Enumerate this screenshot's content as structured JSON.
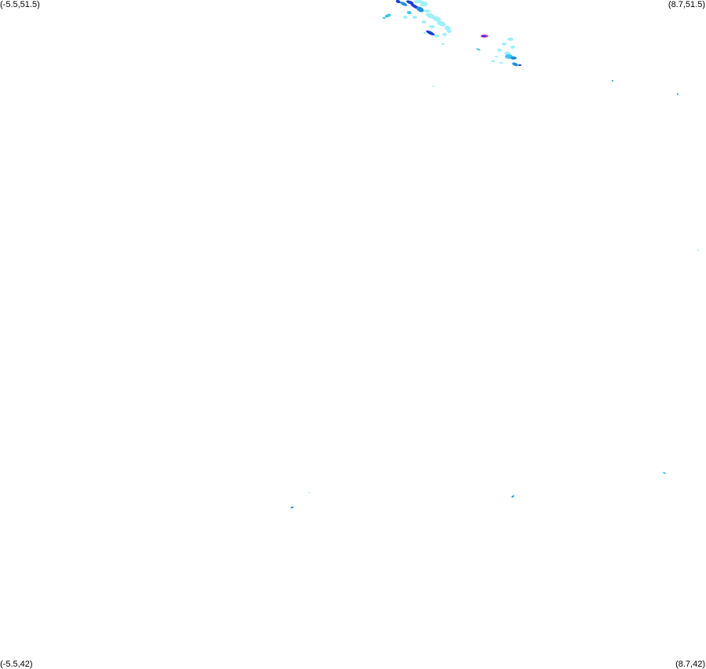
{
  "corners": {
    "top_left": "(-5.5,51.5)",
    "top_right": "(8.7,51.5)",
    "bottom_left": "(-5.5,42)",
    "bottom_right": "(8.7,42)"
  },
  "palette": {
    "light": "#9ff0f8",
    "medium": "#3cc8ec",
    "strong": "#1e8fe0",
    "heavy": "#1b3fd6",
    "intense": "#9a3fd0",
    "extreme": "#e040b8"
  }
}
